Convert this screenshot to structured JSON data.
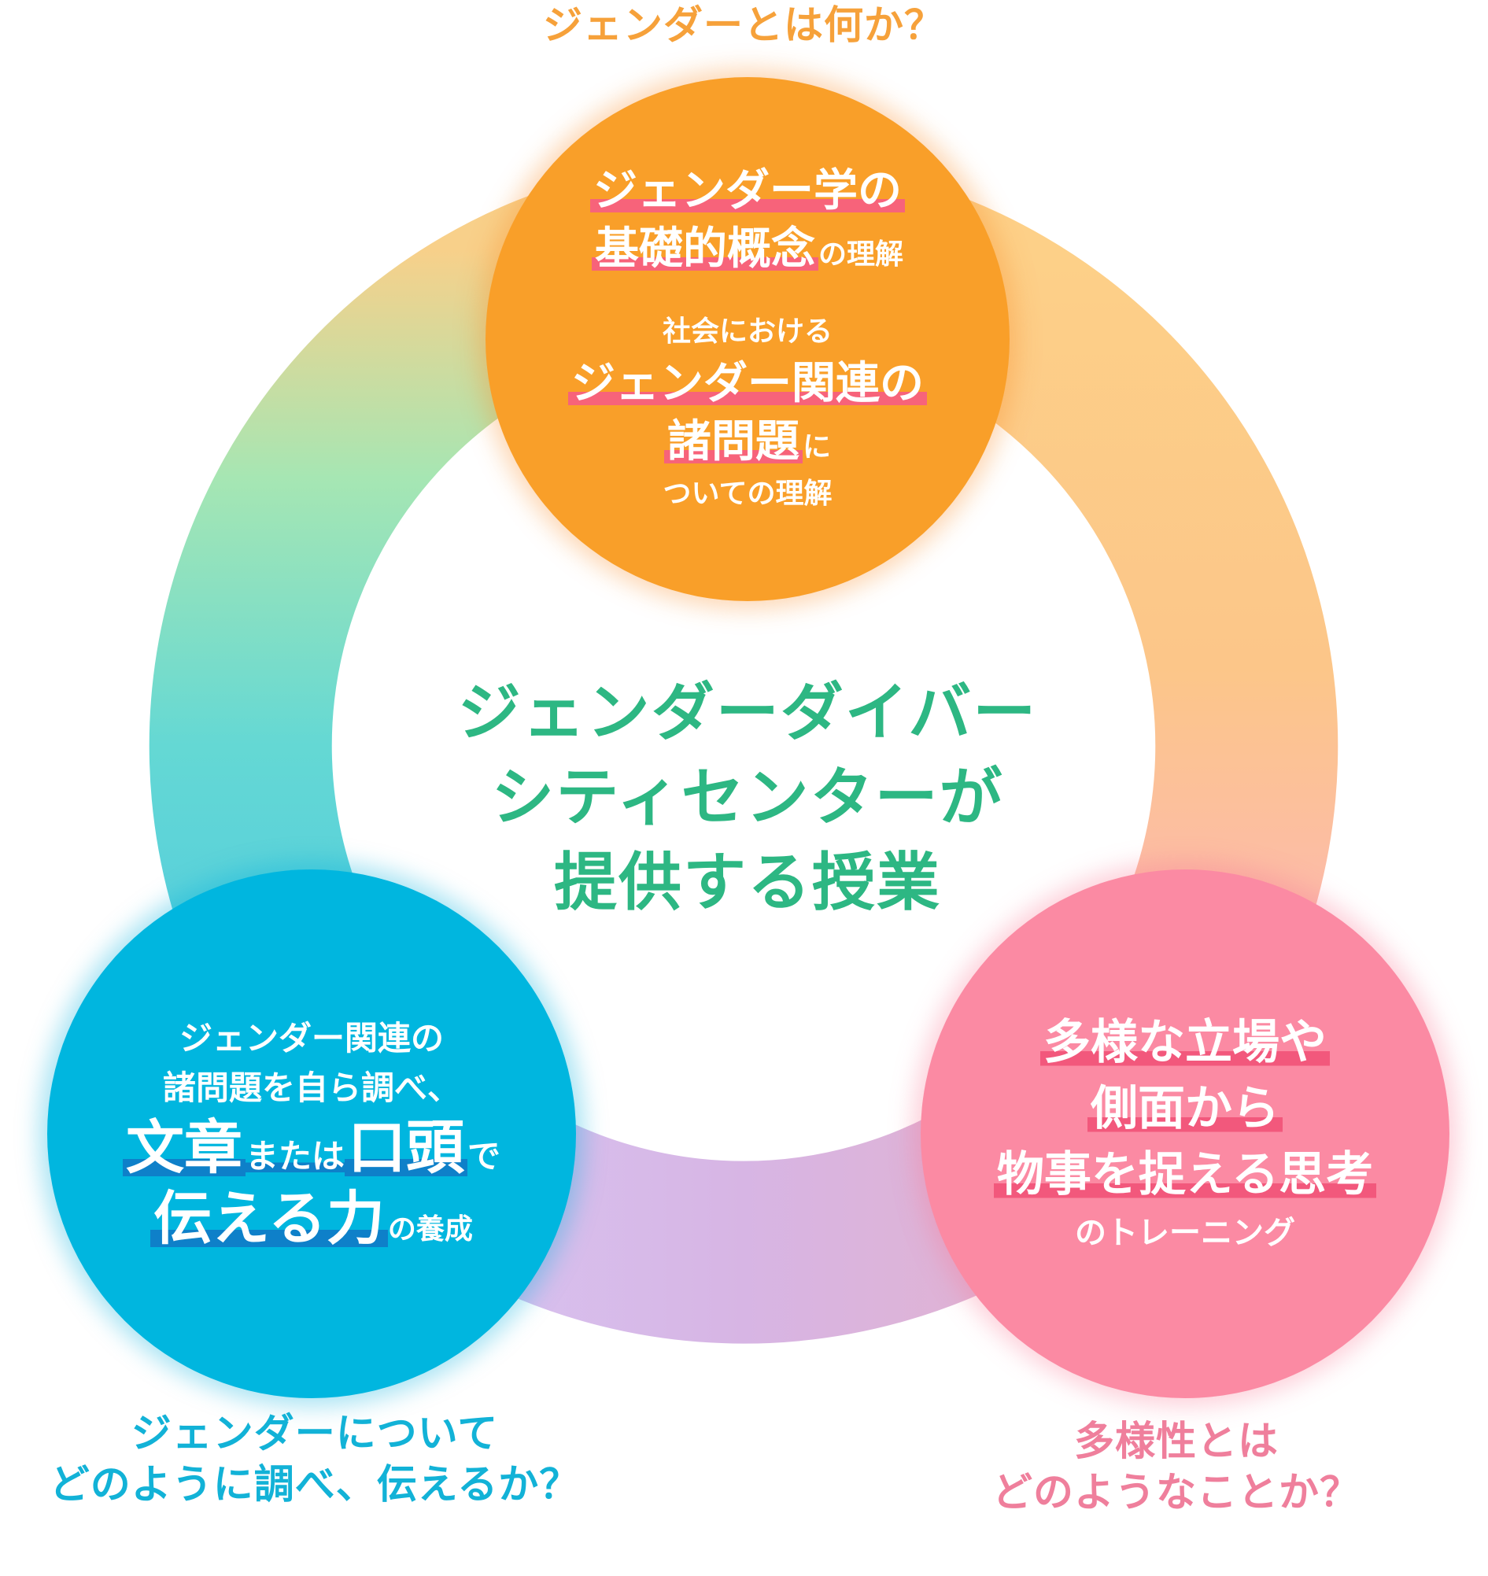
{
  "captions": {
    "top": "ジェンダーとは何か？",
    "bottom_left": [
      "ジェンダーについて",
      "どのように調べ、伝えるか？"
    ],
    "bottom_right": [
      "多様性とは",
      "どのようなことか？"
    ]
  },
  "center": {
    "title_lines": [
      "ジェンダーダイバー",
      "シティセンターが",
      "提供する授業"
    ]
  },
  "top_circle": {
    "block1_line1": "ジェンダー学の",
    "block1_line2_highlight": "基礎的概念",
    "block1_line2_suffix": "の理解",
    "block2_line1": "社会における",
    "block2_line2_highlight": "ジェンダー関連の",
    "block2_line3_highlight": "諸問題",
    "block2_line3_suffix": "に",
    "block2_line4": "ついての理解"
  },
  "left_circle": {
    "line1": "ジェンダー関連の",
    "line2": "諸問題を自ら調べ、",
    "line3_hl1": "文章",
    "line3_mid": "または",
    "line3_hl2": "口頭",
    "line3_suffix": "で",
    "line4_highlight": "伝える力",
    "line4_suffix": "の養成"
  },
  "right_circle": {
    "line1_highlight": "多様な立場や",
    "line2_highlight": "側面から",
    "line3_highlight": "物事を捉える思考",
    "line4": "のトレーニング"
  },
  "colors": {
    "orange": "#f99f29",
    "blue": "#00b6df",
    "pink": "#fb8aa3",
    "green": "#2db783"
  }
}
